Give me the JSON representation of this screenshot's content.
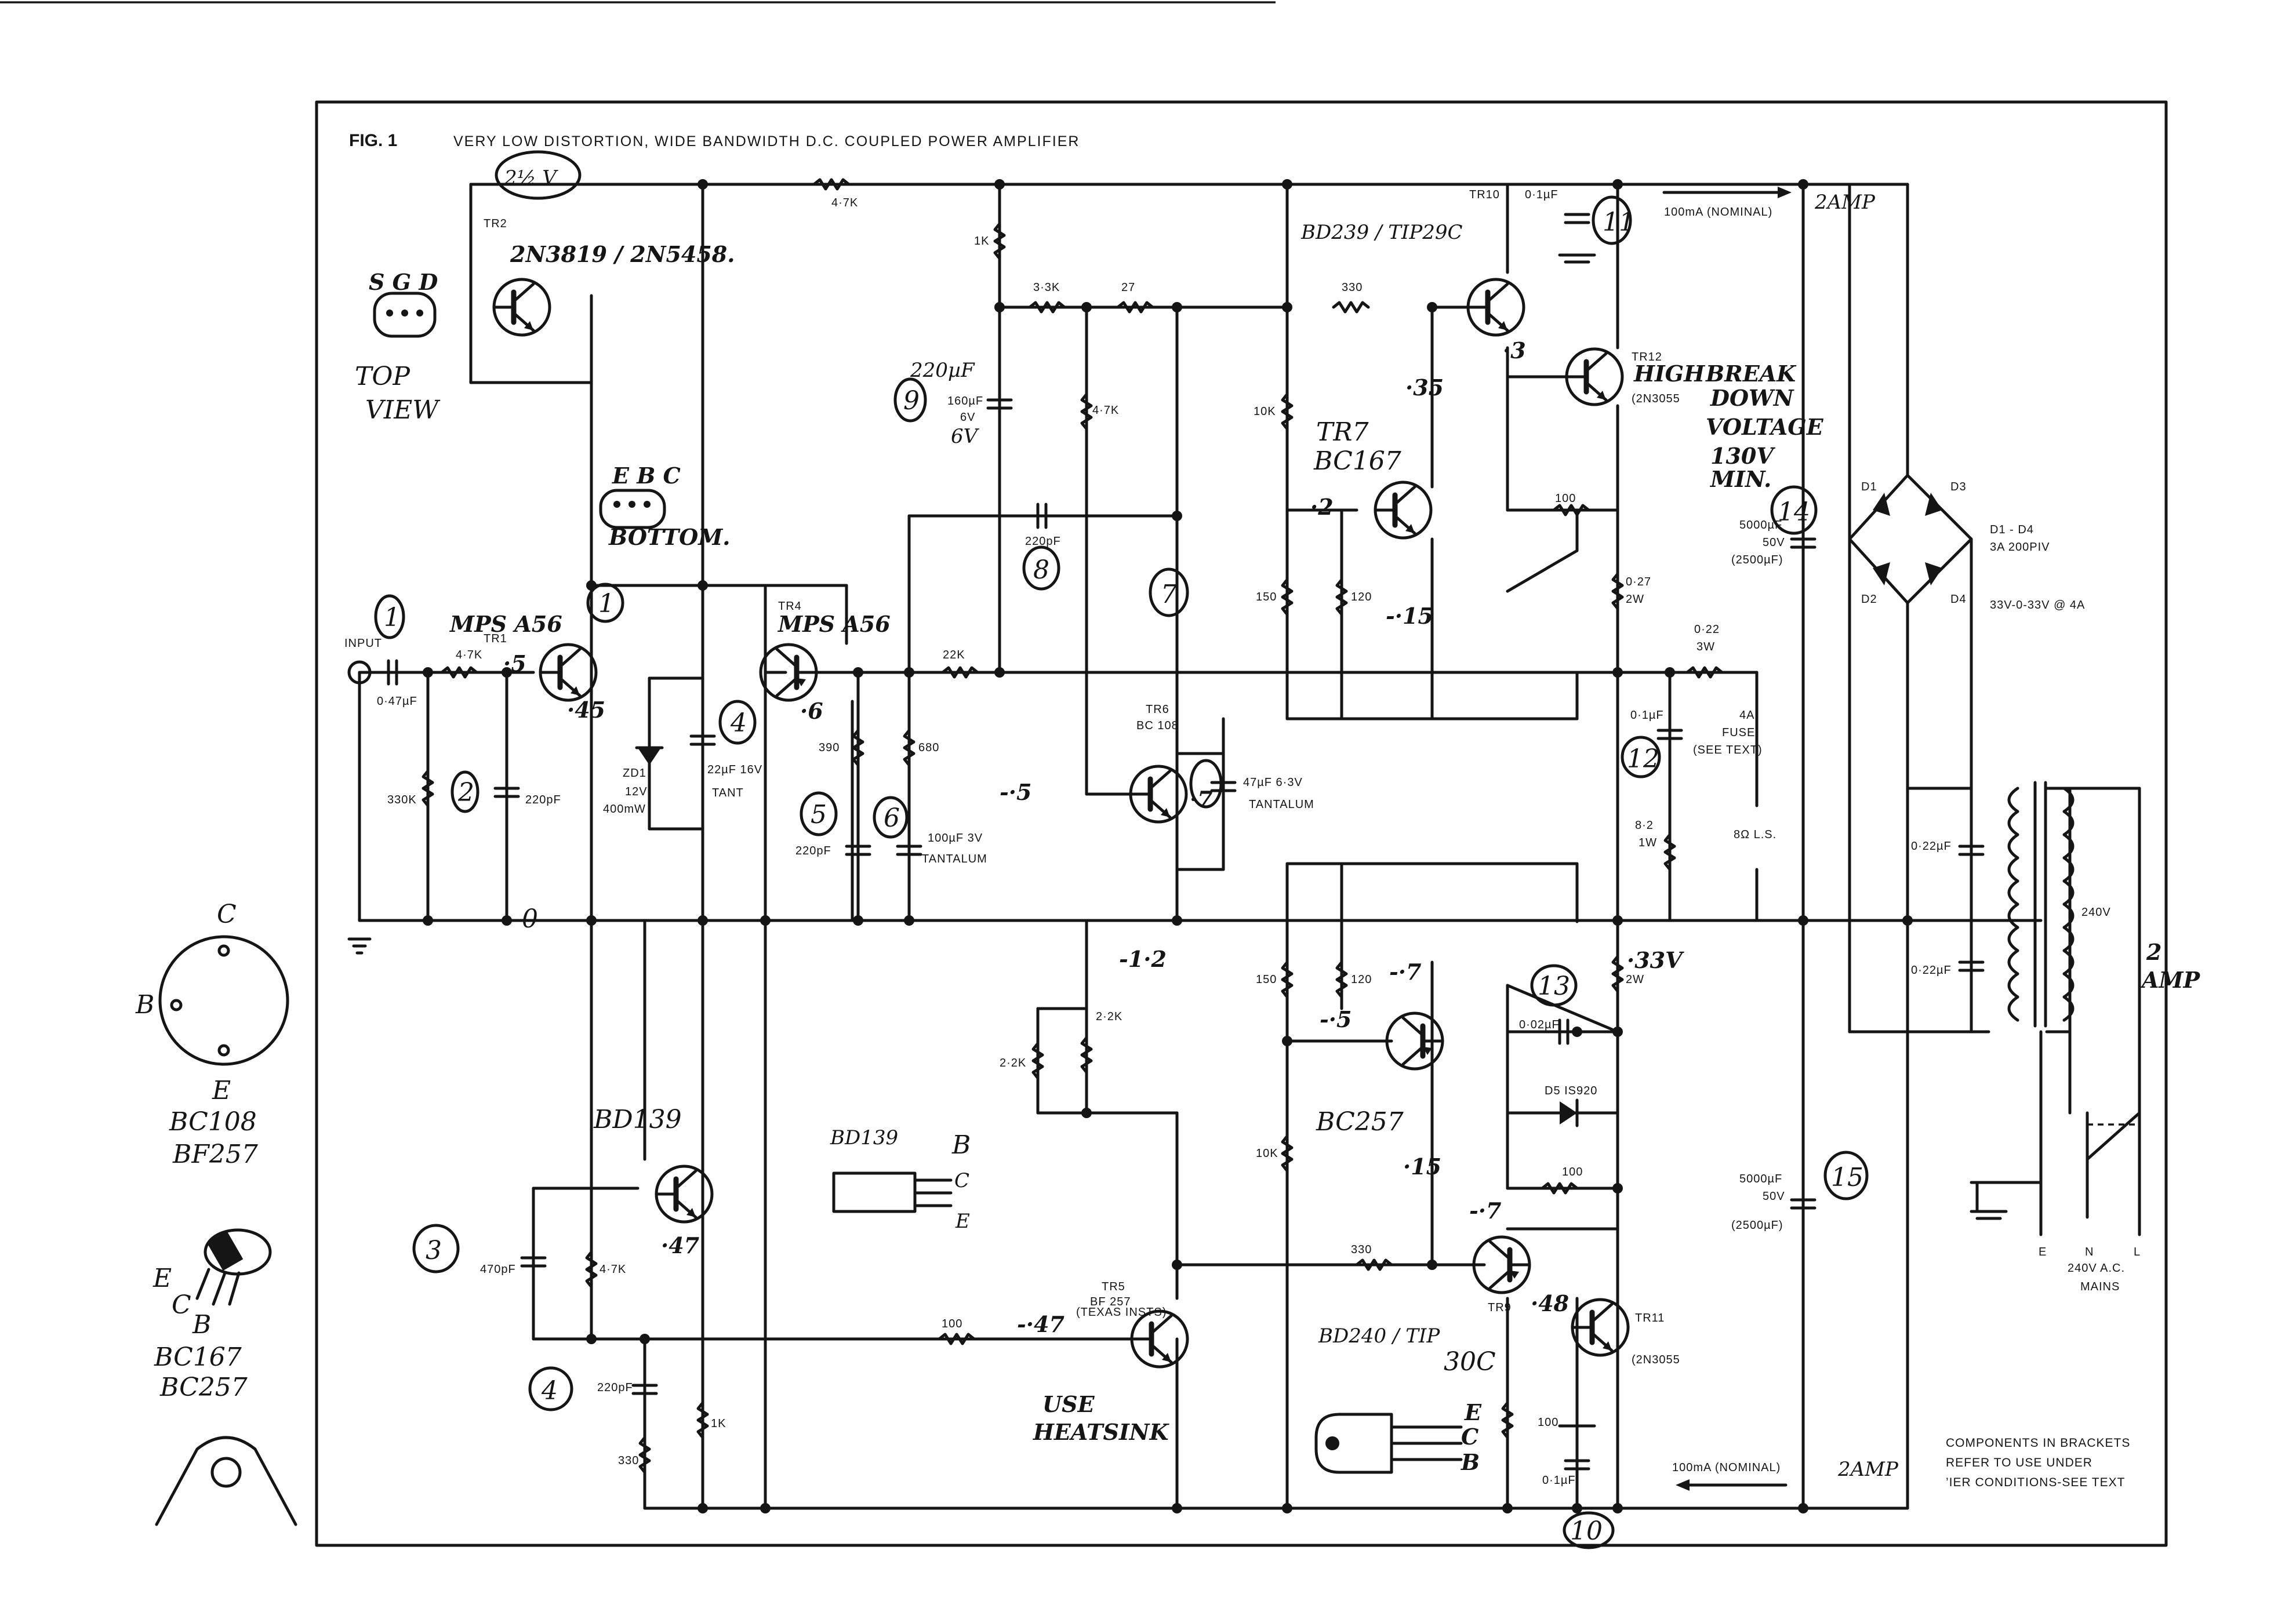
{
  "figure": {
    "label": "FIG. 1",
    "title": "VERY LOW DISTORTION, WIDE BANDWIDTH D.C. COUPLED POWER AMPLIFIER"
  },
  "components": {
    "tr1": "TR1",
    "tr2": "TR2",
    "tr4": "TR4",
    "tr5": "TR5",
    "tr6": "TR6",
    "tr9": "TR9",
    "tr10": "TR10",
    "tr11": "TR11",
    "tr12": "TR12",
    "tr2_type": "2N3819",
    "tr5_type": "BF 257",
    "tr5_note": "(TEXAS INSTS)",
    "tr6_type": "BC 108",
    "tr11_type": "(2N3055",
    "tr12_type": "(2N3055",
    "r_in": "4·7K",
    "r_fb": "4·7K",
    "r_1k_top": "1K",
    "r_3k3": "3·3K",
    "r_27": "27",
    "r_330_top": "330",
    "r_4k7_mid": "4·7K",
    "r_10k_top": "10K",
    "r_150_top": "150",
    "r_120_top": "120",
    "r_100_top": "100",
    "r_022_top": "0·27",
    "r_022_top_w": "2W",
    "r_load": "0·22",
    "r_load_w": "3W",
    "r_22k": "22K",
    "r_390": "390",
    "r_680": "680",
    "r_330k": "330K",
    "r_150_bot": "150",
    "r_120_bot": "120",
    "r_2k2_a": "2·2K",
    "r_2k2_b": "2·2K",
    "r_10k_bot": "10K",
    "r_330_bot": "330",
    "r_100_bot": "100",
    "r_100_bot2": "100",
    "r_100_em": "100",
    "r_4k7_bot": "4·7K",
    "r_330_b2": "330",
    "r_1k_bot": "1K",
    "r_033_bot": "·33",
    "r_033_bot_w": "2W",
    "r_8_2": "8·2",
    "r_8_2_w": "1W",
    "r_100_mid": "100",
    "c_in": "0·47µF",
    "c_220pf_in": "220pF",
    "c_220pf_fb": "220pF",
    "c_160": "160µF",
    "c_160_v": "6V",
    "c_tant": "22µF 16V",
    "c_tant2": "TANT",
    "c_220pf_c": "220pF",
    "c_100": "100µF 3V",
    "c_100_t": "TANTALUM",
    "c_47": "47µF 6·3V",
    "c_47_t": "TANTALUM",
    "c_01_top": "0·1µF",
    "c_01_mid": "0·1µF",
    "c_002": "0·02µF",
    "c_470": "470pF",
    "c_220pf_b": "220pF",
    "c_01_bot": "0·1µF",
    "c_5000_top": "5000µF",
    "c_5000_top_v": "50V",
    "c_5000_top_a": "(2500µF)",
    "c_5000_bot": "5000µF",
    "c_5000_bot_v": "50V",
    "c_5000_bot_a": "(2500µF)",
    "c_022_a": "0·22µF",
    "c_022_b": "0·22µF",
    "zd1": "ZD1",
    "zd1_v": "12V",
    "zd1_p": "400mW",
    "d5": "D5 IS920",
    "d1": "D1",
    "d2": "D2",
    "d3": "D3",
    "d4": "D4",
    "d_range": "D1 - D4",
    "d_rating": "3A 200PIV",
    "tx_sec": "33V-0-33V @ 4A",
    "tx_pri": "240V",
    "fuse": "4A",
    "fuse_l": "FUSE",
    "fuse_n": "(SEE TEXT)",
    "spk": "8Ω L.S.",
    "input": "INPUT",
    "current_top": "100mA (NOMINAL)",
    "current_bot": "100mA (NOMINAL)",
    "mains": "240V A.C.",
    "mains_l": "MAINS",
    "e": "E",
    "n": "N",
    "l": "L",
    "note_1": "COMPONENTS IN BRACKETS",
    "note_2": "REFER TO USE UNDER",
    "note_3": "’IER CONDITIONS-SEE TEXT"
  },
  "handwritten": {
    "psu_top": "2½ V",
    "tr2_alt": "2N3819 / 2N5458.",
    "sgd": "S G D",
    "top_view": "TOP",
    "top_view2": "VIEW",
    "ebc": "E B C",
    "bottom": "BOTTOM.",
    "tr1_type": "MPS A56",
    "tr4_type": "MPS A56",
    "v_5": "·5",
    "v_45": "·45",
    "v_6": "·6",
    "v_minus5": "-·5",
    "v_7": "·7",
    "n1": "1",
    "n2": "2",
    "n3": "3",
    "n4": "4",
    "n5": "5",
    "n6": "6",
    "n7": "7",
    "n8": "8",
    "n9": "9",
    "n10": "10",
    "n11": "11",
    "n12": "12",
    "n13": "13",
    "n14": "14",
    "n15": "15",
    "c220": "220µF",
    "c_6v": "6V",
    "tr10_type": "BD239 / TIP29C",
    "v_3": "·3",
    "v_35": "·35",
    "high": "HIGH",
    "break": "BREAK",
    "down": "DOWN",
    "voltage": "VOLTAGE",
    "v130": "130V",
    "min": "MIN.",
    "tr7": "TR7",
    "bc167": "BC167",
    "v_2": "·2",
    "v_15": "-·15",
    "fuse_top": "2AMP",
    "fuse_bot": "2AMP",
    "bd139": "BD139",
    "v_47": "·47",
    "tr8_type": "BC257",
    "v_m5": "-·5",
    "v_m7": "-·7",
    "v_m15": "·15",
    "v_12": "-1·2",
    "v_33": "·33V",
    "v_47b": "-·47",
    "use": "USE",
    "heatsink": "HEATSINK",
    "tr9_type": "BD240 / TIP",
    "tr9_type2": "30C",
    "v_48": "·48",
    "v_m7b": "-·7",
    "amp2": "2",
    "amp2b": "AMP",
    "pin_c": "C",
    "pin_b": "B",
    "pin_e": "E",
    "pkg1": "BC108",
    "pkg2": "BF257",
    "pkg3_e": "E",
    "pkg3_c": "C",
    "pkg3_b": "B",
    "pkg3": "BC167",
    "pkg4": "BC257",
    "bd139_b": "B",
    "bd139_c": "C",
    "bd139_e": "E",
    "tip_e": "E",
    "tip_c": "C",
    "tip_b": "B",
    "zero": "0"
  }
}
